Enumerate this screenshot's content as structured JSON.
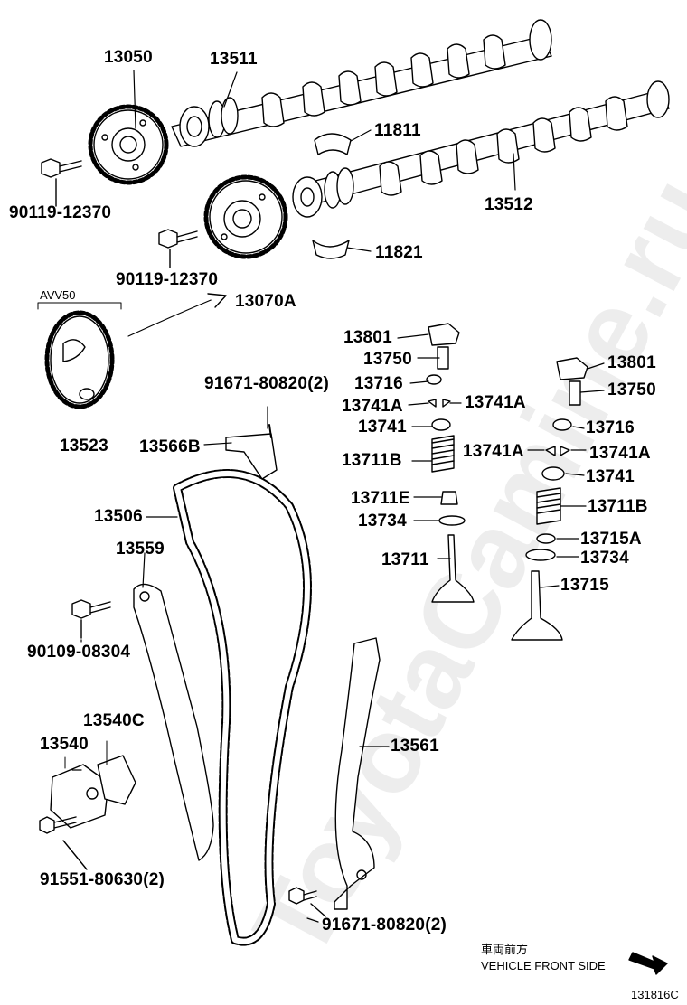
{
  "watermark": "ToyotaCamine.ru",
  "figure_code": "131816C",
  "direction": {
    "japanese": "車両前方",
    "english": "VEHICLE FRONT SIDE"
  },
  "group_label": "AVV50",
  "parts": {
    "p13050": "13050",
    "p13511": "13511",
    "p11811": "11811",
    "p90119_a": "90119-12370",
    "p13512": "13512",
    "p90119_b": "90119-12370",
    "p11821": "11821",
    "p13070A": "13070A",
    "p13523": "13523",
    "p91671_top": "91671-80820(2)",
    "p13566B": "13566B",
    "p13506": "13506",
    "p13559": "13559",
    "p90109": "90109-08304",
    "p13540C": "13540C",
    "p13540": "13540",
    "p91551": "91551-80630(2)",
    "p13561": "13561",
    "p91671_bottom": "91671-80820(2)",
    "l13801": "13801",
    "l13750": "13750",
    "l13716": "13716",
    "l13741A_left": "13741A",
    "l13741A_right": "13741A",
    "l13741": "13741",
    "l13711B": "13711B",
    "l13711E": "13711E",
    "l13734": "13734",
    "l13711": "13711",
    "r13801": "13801",
    "r13750": "13750",
    "r13716": "13716",
    "r13741A_left": "13741A",
    "r13741A_right": "13741A",
    "r13741": "13741",
    "r13711B": "13711B",
    "r13715A": "13715A",
    "r13734": "13734",
    "r13715": "13715"
  },
  "colors": {
    "line": "#000000",
    "background": "#ffffff",
    "watermark": "#e6e6e6"
  }
}
